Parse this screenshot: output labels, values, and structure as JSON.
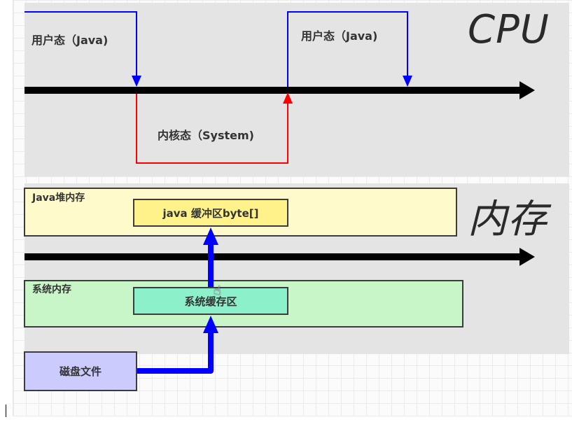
{
  "cpu_section": {
    "title": "CPU",
    "user_mode_label_1": "用户态（Java)",
    "user_mode_label_2": "用户态（Java)",
    "kernel_mode_label": "内核态（System)"
  },
  "memory_section": {
    "title": "内存",
    "java_heap_label": "Java堆内存",
    "java_buffer_label": "java 缓冲区byte[]",
    "system_memory_label": "系统内存",
    "system_cache_label": "系统缓存区",
    "disk_file_label": "磁盘文件"
  },
  "colors": {
    "user_mode_line": "#0000ff",
    "kernel_mode_line": "#ff0000",
    "timeline": "#000000",
    "data_flow_arrow": "#0000ff",
    "java_heap_fill": "#fffacb",
    "java_buffer_fill": "#fff28a",
    "system_memory_fill": "#c9f6c8",
    "system_cache_fill": "#8cf0cb",
    "disk_file_fill": "#cbccfd"
  }
}
